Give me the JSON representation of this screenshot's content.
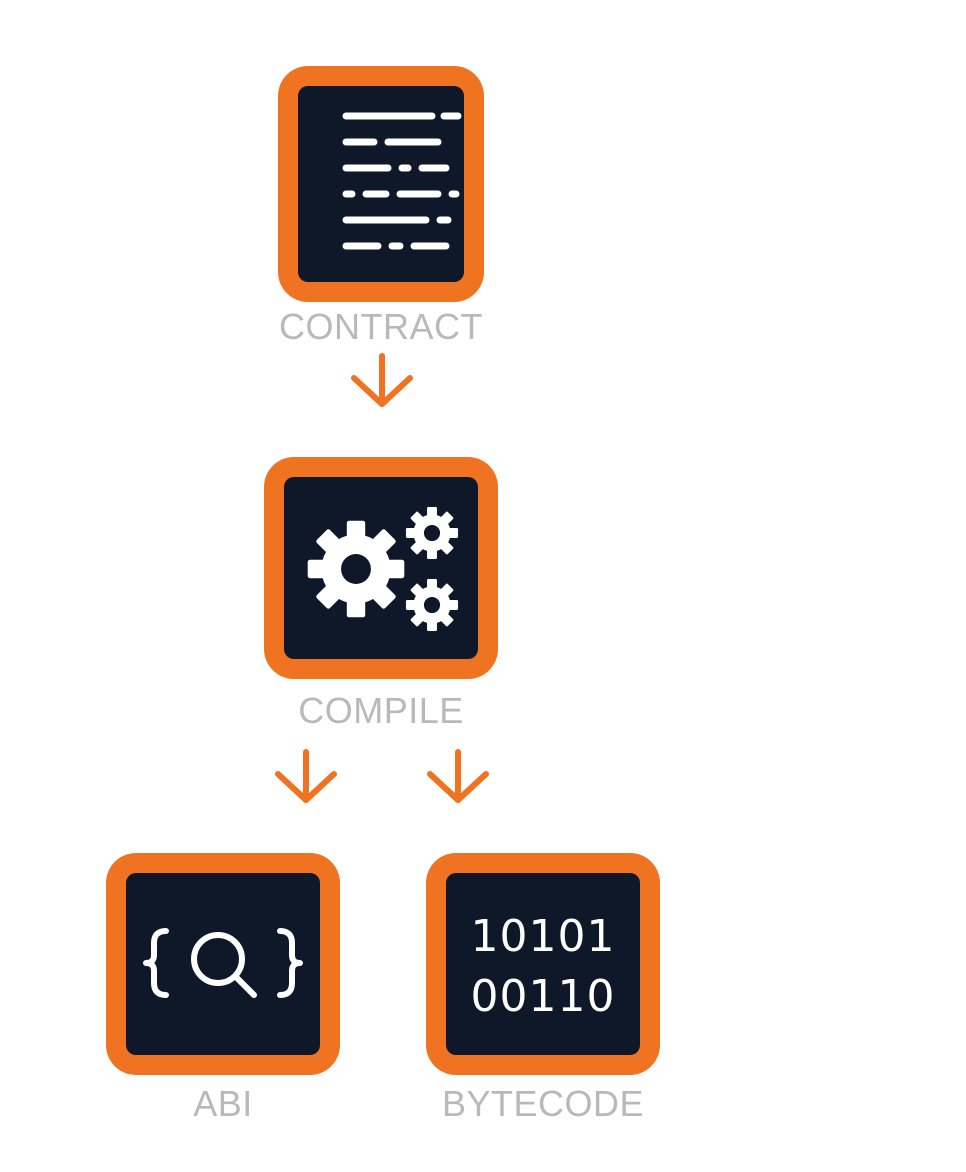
{
  "colors": {
    "accent": "#f07322",
    "tile": "#0f1829",
    "icon": "#ffffff",
    "label": "#b9b9b9"
  },
  "nodes": {
    "contract": {
      "label": "CONTRACT",
      "icon": "document-icon"
    },
    "compile": {
      "label": "COMPILE",
      "icon": "gears-icon"
    },
    "abi": {
      "label": "ABI",
      "icon": "braces-search-icon"
    },
    "bytecode": {
      "label": "BYTECODE",
      "icon": "binary-icon",
      "lines": [
        "10101",
        "00110"
      ]
    }
  },
  "edges": [
    {
      "from": "contract",
      "to": "compile"
    },
    {
      "from": "compile",
      "to": "abi"
    },
    {
      "from": "compile",
      "to": "bytecode"
    }
  ]
}
